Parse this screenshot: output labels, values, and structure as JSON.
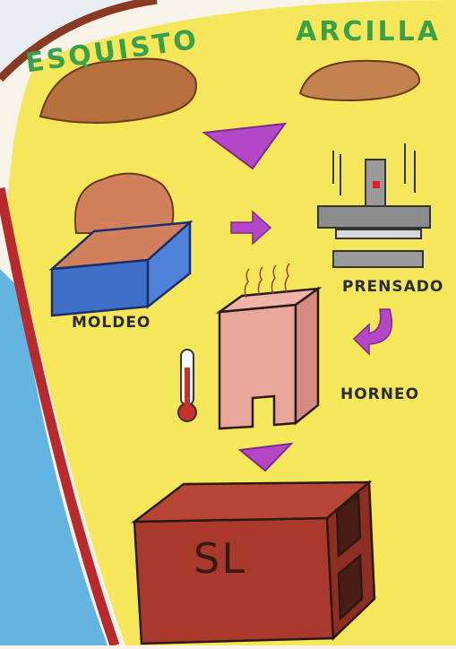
{
  "labels": {
    "esquisto": "ESQUISTO",
    "arcilla": "ARCILLA",
    "moldeo": "MOLDEO",
    "prensado": "PRENSADO",
    "horneo": "HORNEO",
    "brick": "SL"
  },
  "colors": {
    "background_yellow": "#f6e65a",
    "border_red": "#b82a2e",
    "arrow_purple": "#b347c8",
    "material_brown": "#b8703c",
    "mold_blue": "#3f6fc8",
    "press_gray": "#8c8c8c",
    "brick_red": "#a8392c",
    "green_text": "#3aa04a",
    "water_blue": "#64b4e2"
  }
}
